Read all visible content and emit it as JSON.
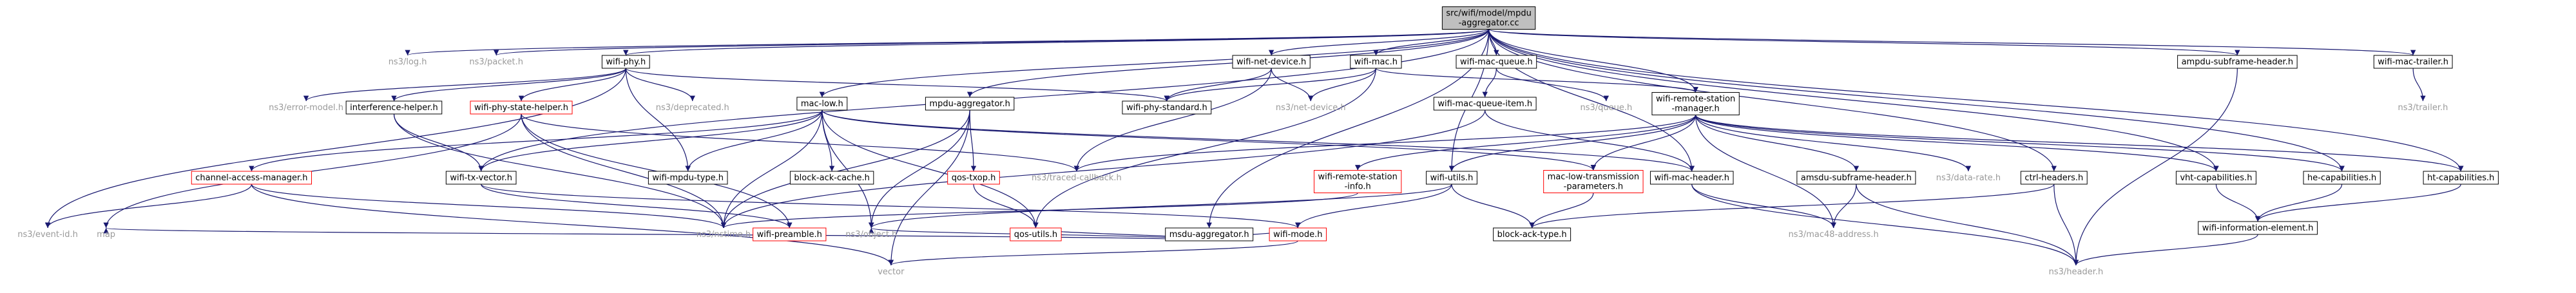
{
  "colors": {
    "edge": "#191970",
    "node_border": "#000000",
    "node_border_incomplete": "#ff0000",
    "root_fill": "#bfbfbf",
    "plain_text": "#9a9a9a"
  },
  "nodes": [
    {
      "id": "root",
      "lines": [
        "src/wifi/model/mpdu",
        "-aggregator.cc"
      ],
      "style": "root"
    },
    {
      "id": "log",
      "lines": [
        "ns3/log.h"
      ],
      "style": "plain"
    },
    {
      "id": "packet",
      "lines": [
        "ns3/packet.h"
      ],
      "style": "plain"
    },
    {
      "id": "wifiphy",
      "lines": [
        "wifi-phy.h"
      ],
      "style": "box"
    },
    {
      "id": "wifinetdevice",
      "lines": [
        "wifi-net-device.h"
      ],
      "style": "box"
    },
    {
      "id": "wifimac",
      "lines": [
        "wifi-mac.h"
      ],
      "style": "box"
    },
    {
      "id": "wifimacqueue",
      "lines": [
        "wifi-mac-queue.h"
      ],
      "style": "box"
    },
    {
      "id": "ampdusubframe",
      "lines": [
        "ampdu-subframe-header.h"
      ],
      "style": "box"
    },
    {
      "id": "wifimactrailer",
      "lines": [
        "wifi-mac-trailer.h"
      ],
      "style": "box"
    },
    {
      "id": "errormodel",
      "lines": [
        "ns3/error-model.h"
      ],
      "style": "plain"
    },
    {
      "id": "interferencehelper",
      "lines": [
        "interference-helper.h"
      ],
      "style": "box"
    },
    {
      "id": "wifiphystatehelper",
      "lines": [
        "wifi-phy-state-helper.h"
      ],
      "style": "red"
    },
    {
      "id": "deprecated",
      "lines": [
        "ns3/deprecated.h"
      ],
      "style": "plain"
    },
    {
      "id": "maclow",
      "lines": [
        "mac-low.h"
      ],
      "style": "box"
    },
    {
      "id": "mpduaggregatorh",
      "lines": [
        "mpdu-aggregator.h"
      ],
      "style": "box"
    },
    {
      "id": "wifiphystandard",
      "lines": [
        "wifi-phy-standard.h"
      ],
      "style": "box"
    },
    {
      "id": "netdevice",
      "lines": [
        "ns3/net-device.h"
      ],
      "style": "plain"
    },
    {
      "id": "wifimacqueueitem",
      "lines": [
        "wifi-mac-queue-item.h"
      ],
      "style": "box"
    },
    {
      "id": "queue",
      "lines": [
        "ns3/queue.h"
      ],
      "style": "plain"
    },
    {
      "id": "wifiremotestationmanager",
      "lines": [
        "wifi-remote-station",
        "-manager.h"
      ],
      "style": "box"
    },
    {
      "id": "trailer",
      "lines": [
        "ns3/trailer.h"
      ],
      "style": "plain"
    },
    {
      "id": "channelaccessmanager",
      "lines": [
        "channel-access-manager.h"
      ],
      "style": "red"
    },
    {
      "id": "wifitxvector",
      "lines": [
        "wifi-tx-vector.h"
      ],
      "style": "box"
    },
    {
      "id": "wifimpdutype",
      "lines": [
        "wifi-mpdu-type.h"
      ],
      "style": "box"
    },
    {
      "id": "blockackcache",
      "lines": [
        "block-ack-cache.h"
      ],
      "style": "box"
    },
    {
      "id": "qostxop",
      "lines": [
        "qos-txop.h"
      ],
      "style": "red"
    },
    {
      "id": "tracedcallback",
      "lines": [
        "ns3/traced-callback.h"
      ],
      "style": "plain"
    },
    {
      "id": "wifiremotestationinfo",
      "lines": [
        "wifi-remote-station",
        "-info.h"
      ],
      "style": "red"
    },
    {
      "id": "maclowtxparams",
      "lines": [
        "mac-low-transmission",
        "-parameters.h"
      ],
      "style": "red"
    },
    {
      "id": "wifimacheader",
      "lines": [
        "wifi-mac-header.h"
      ],
      "style": "box"
    },
    {
      "id": "amsdusubframe",
      "lines": [
        "amsdu-subframe-header.h"
      ],
      "style": "box"
    },
    {
      "id": "datarate",
      "lines": [
        "ns3/data-rate.h"
      ],
      "style": "plain"
    },
    {
      "id": "ctrlheaders",
      "lines": [
        "ctrl-headers.h"
      ],
      "style": "box"
    },
    {
      "id": "vhtcap",
      "lines": [
        "vht-capabilities.h"
      ],
      "style": "box"
    },
    {
      "id": "hecap",
      "lines": [
        "he-capabilities.h"
      ],
      "style": "box"
    },
    {
      "id": "htcap",
      "lines": [
        "ht-capabilities.h"
      ],
      "style": "box"
    },
    {
      "id": "wifiutils",
      "lines": [
        "wifi-utils.h"
      ],
      "style": "box"
    },
    {
      "id": "msduaggregator",
      "lines": [
        "msdu-aggregator.h"
      ],
      "style": "box"
    },
    {
      "id": "eventid",
      "lines": [
        "ns3/event-id.h"
      ],
      "style": "plain"
    },
    {
      "id": "map",
      "lines": [
        "map"
      ],
      "style": "plain"
    },
    {
      "id": "nstime",
      "lines": [
        "ns3/nstime.h"
      ],
      "style": "plain"
    },
    {
      "id": "wifipreamble",
      "lines": [
        "wifi-preamble.h"
      ],
      "style": "red"
    },
    {
      "id": "object",
      "lines": [
        "ns3/object.h"
      ],
      "style": "plain"
    },
    {
      "id": "qosutils",
      "lines": [
        "qos-utils.h"
      ],
      "style": "red"
    },
    {
      "id": "wifimode",
      "lines": [
        "wifi-mode.h"
      ],
      "style": "red"
    },
    {
      "id": "blockacktype",
      "lines": [
        "block-ack-type.h"
      ],
      "style": "box"
    },
    {
      "id": "mac48",
      "lines": [
        "ns3/mac48-address.h"
      ],
      "style": "plain"
    },
    {
      "id": "wifiinfoelement",
      "lines": [
        "wifi-information-element.h"
      ],
      "style": "box"
    },
    {
      "id": "vector",
      "lines": [
        "vector"
      ],
      "style": "plain"
    },
    {
      "id": "header",
      "lines": [
        "ns3/header.h"
      ],
      "style": "plain"
    }
  ],
  "edges": [
    [
      "root",
      "log"
    ],
    [
      "root",
      "packet"
    ],
    [
      "root",
      "wifiphy"
    ],
    [
      "root",
      "wifinetdevice"
    ],
    [
      "root",
      "wifimac"
    ],
    [
      "root",
      "wifimacqueue"
    ],
    [
      "root",
      "ampdusubframe"
    ],
    [
      "root",
      "wifimactrailer"
    ],
    [
      "root",
      "maclow"
    ],
    [
      "root",
      "mpduaggregatorh"
    ],
    [
      "root",
      "wifiremotestationmanager"
    ],
    [
      "root",
      "wifitxvector"
    ],
    [
      "root",
      "wifimacheader"
    ],
    [
      "root",
      "ctrlheaders"
    ],
    [
      "root",
      "vhtcap"
    ],
    [
      "root",
      "hecap"
    ],
    [
      "root",
      "htcap"
    ],
    [
      "root",
      "wifiutils"
    ],
    [
      "root",
      "msduaggregator"
    ],
    [
      "wifiphy",
      "errormodel"
    ],
    [
      "wifiphy",
      "interferencehelper"
    ],
    [
      "wifiphy",
      "wifiphystatehelper"
    ],
    [
      "wifiphy",
      "deprecated"
    ],
    [
      "wifiphy",
      "wifiphystandard"
    ],
    [
      "wifiphy",
      "wifimpdutype"
    ],
    [
      "wifiphy",
      "eventid"
    ],
    [
      "wifinetdevice",
      "netdevice"
    ],
    [
      "wifinetdevice",
      "wifiphystandard"
    ],
    [
      "wifinetdevice",
      "tracedcallback"
    ],
    [
      "wifimac",
      "netdevice"
    ],
    [
      "wifimac",
      "wifiphystandard"
    ],
    [
      "wifimac",
      "wifiremotestationmanager"
    ],
    [
      "wifimac",
      "qosutils"
    ],
    [
      "wifimacqueue",
      "wifimacqueueitem"
    ],
    [
      "wifimacqueue",
      "queue"
    ],
    [
      "ampdusubframe",
      "header"
    ],
    [
      "wifimactrailer",
      "trailer"
    ],
    [
      "interferencehelper",
      "wifitxvector"
    ],
    [
      "interferencehelper",
      "nstime"
    ],
    [
      "wifiphystatehelper",
      "tracedcallback"
    ],
    [
      "wifiphystatehelper",
      "map"
    ],
    [
      "wifiphystatehelper",
      "nstime"
    ],
    [
      "wifiphystatehelper",
      "wifipreamble"
    ],
    [
      "maclow",
      "channelaccessmanager"
    ],
    [
      "maclow",
      "wifitxvector"
    ],
    [
      "maclow",
      "wifimpdutype"
    ],
    [
      "maclow",
      "blockackcache"
    ],
    [
      "maclow",
      "maclowtxparams"
    ],
    [
      "maclow",
      "wifimacheader"
    ],
    [
      "maclow",
      "nstime"
    ],
    [
      "maclow",
      "object"
    ],
    [
      "maclow",
      "qosutils"
    ],
    [
      "mpduaggregatorh",
      "qostxop"
    ],
    [
      "mpduaggregatorh",
      "object"
    ],
    [
      "mpduaggregatorh",
      "nstime"
    ],
    [
      "mpduaggregatorh",
      "vector"
    ],
    [
      "wifimacqueueitem",
      "nstime"
    ],
    [
      "wifimacqueueitem",
      "wifimacheader"
    ],
    [
      "wifiremotestationmanager",
      "wifiremotestationinfo"
    ],
    [
      "wifiremotestationmanager",
      "maclowtxparams"
    ],
    [
      "wifiremotestationmanager",
      "amsdusubframe"
    ],
    [
      "wifiremotestationmanager",
      "datarate"
    ],
    [
      "wifiremotestationmanager",
      "vhtcap"
    ],
    [
      "wifiremotestationmanager",
      "hecap"
    ],
    [
      "wifiremotestationmanager",
      "htcap"
    ],
    [
      "wifiremotestationmanager",
      "wifiutils"
    ],
    [
      "wifiremotestationmanager",
      "mac48"
    ],
    [
      "wifiremotestationmanager",
      "tracedcallback"
    ],
    [
      "channelaccessmanager",
      "eventid"
    ],
    [
      "channelaccessmanager",
      "nstime"
    ],
    [
      "channelaccessmanager",
      "vector"
    ],
    [
      "wifitxvector",
      "wifimode"
    ],
    [
      "wifitxvector",
      "wifipreamble"
    ],
    [
      "qostxop",
      "qosutils"
    ],
    [
      "wifiremotestationinfo",
      "nstime"
    ],
    [
      "maclowtxparams",
      "blockacktype"
    ],
    [
      "wifimacheader",
      "mac48"
    ],
    [
      "wifimacheader",
      "header"
    ],
    [
      "amsdusubframe",
      "mac48"
    ],
    [
      "amsdusubframe",
      "header"
    ],
    [
      "ctrlheaders",
      "blockacktype"
    ],
    [
      "ctrlheaders",
      "header"
    ],
    [
      "vhtcap",
      "wifiinfoelement"
    ],
    [
      "hecap",
      "wifiinfoelement"
    ],
    [
      "htcap",
      "wifiinfoelement"
    ],
    [
      "wifiinfoelement",
      "header"
    ],
    [
      "wifiutils",
      "blockacktype"
    ],
    [
      "wifiutils",
      "wifimode"
    ],
    [
      "wifiutils",
      "object"
    ],
    [
      "msduaggregator",
      "wifimode"
    ],
    [
      "msduaggregator",
      "qosutils"
    ],
    [
      "msduaggregator",
      "object"
    ],
    [
      "msduaggregator",
      "map"
    ],
    [
      "wifimode",
      "vector"
    ]
  ]
}
